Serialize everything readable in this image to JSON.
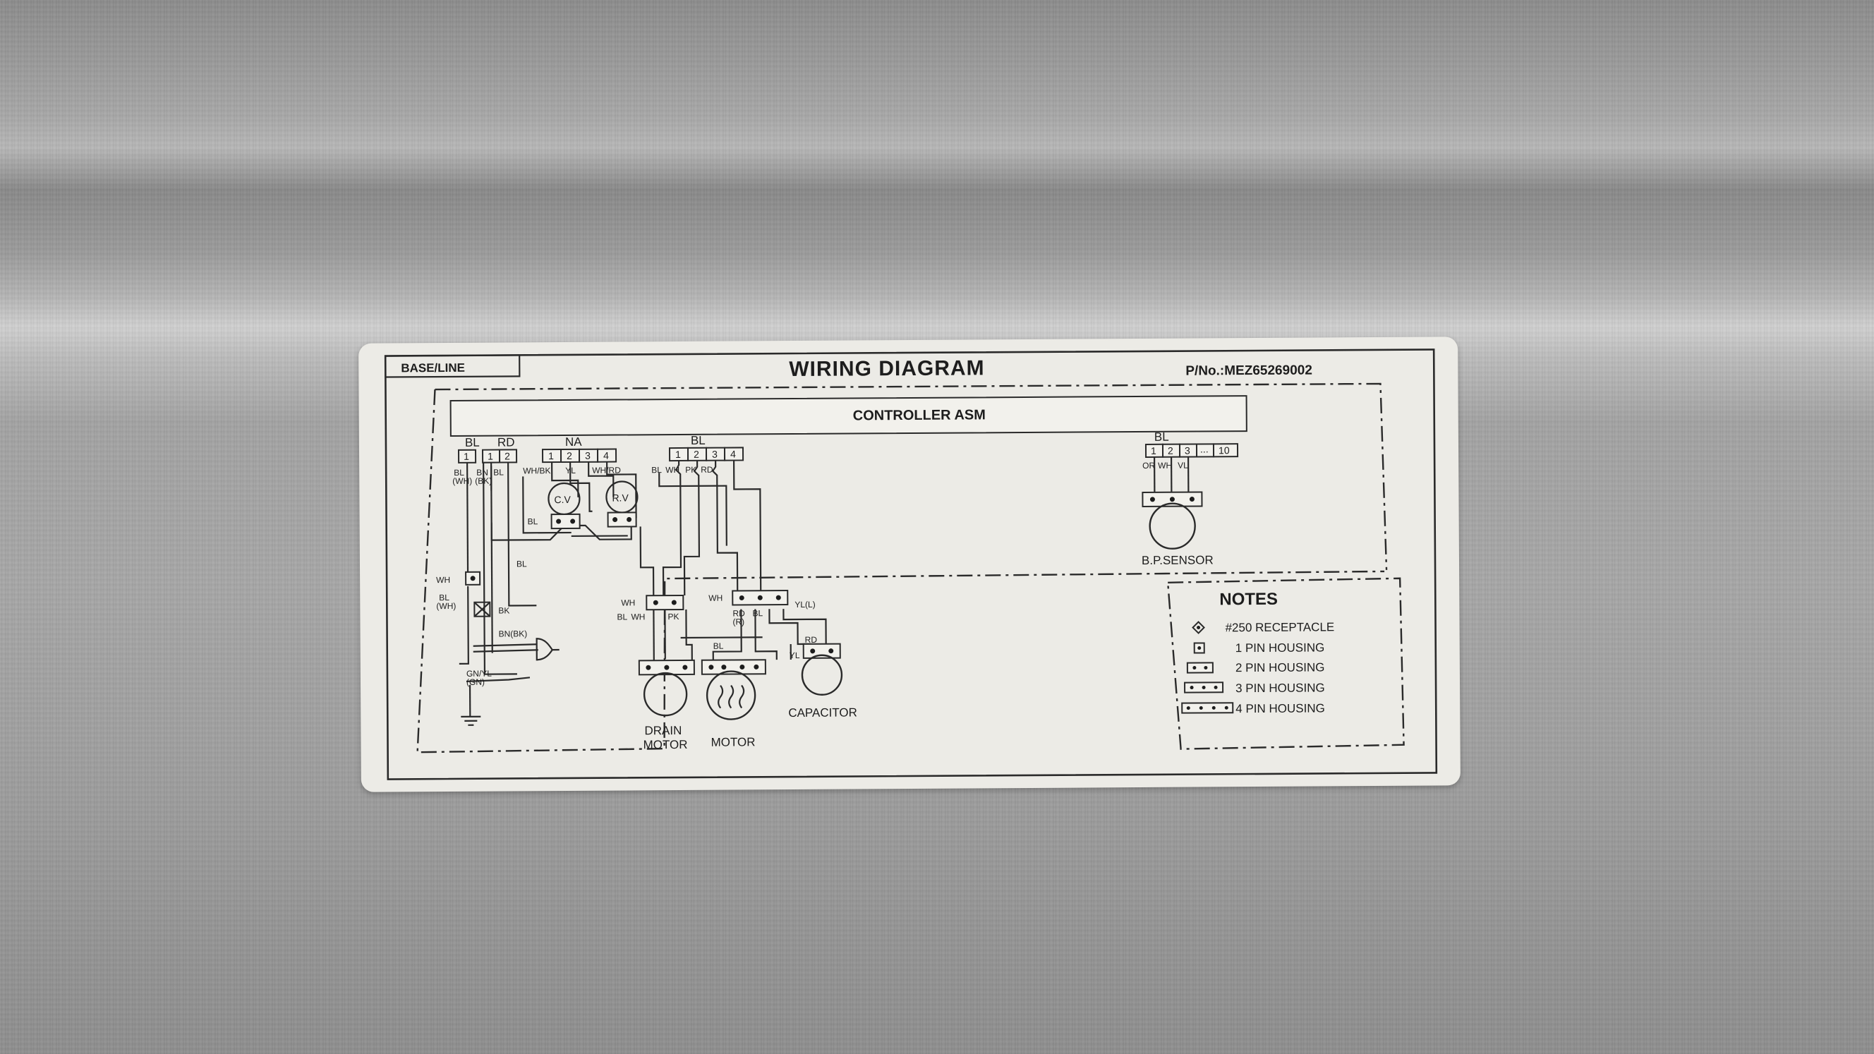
{
  "label": {
    "tag": "BASE/LINE",
    "title": "WIRING DIAGRAM",
    "part_no": "P/No.:MEZ65269002",
    "controller": "CONTROLLER ASM",
    "connectors": {
      "left_bl": "BL",
      "left_rd": "RD",
      "na": "NA",
      "mid_bl": "BL",
      "right_bl": "BL",
      "pin1": "1",
      "pin2": "2",
      "pin3": "3",
      "pin4": "4",
      "pin10": "10",
      "ellipsis": "..."
    },
    "wires": {
      "bl": "BL",
      "wh_paren": "(WH)",
      "bn": "BN",
      "bk_paren": "(BK)",
      "whbk": "WH/BK",
      "yl": "YL",
      "whrd": "WH/RD",
      "wh": "WH",
      "pk": "PK",
      "rd": "RD",
      "or": "OR",
      "vl": "VL",
      "bk": "BK",
      "bnbk": "BN(BK)",
      "gnyl": "GN/YL",
      "gn_paren": "(GN)",
      "r_paren": "(R)",
      "ylL": "YL(L)"
    },
    "components": {
      "cv": "C.V",
      "rv": "R.V",
      "bp_sensor": "B.P.SENSOR",
      "drain": "DRAIN",
      "drain_motor": "MOTOR",
      "motor": "MOTOR",
      "capacitor": "CAPACITOR"
    },
    "notes": {
      "title": "NOTES",
      "items": [
        "#250 RECEPTACLE",
        "1 PIN HOUSING",
        "2 PIN HOUSING",
        "3 PIN HOUSING",
        "4 PIN HOUSING"
      ]
    }
  }
}
